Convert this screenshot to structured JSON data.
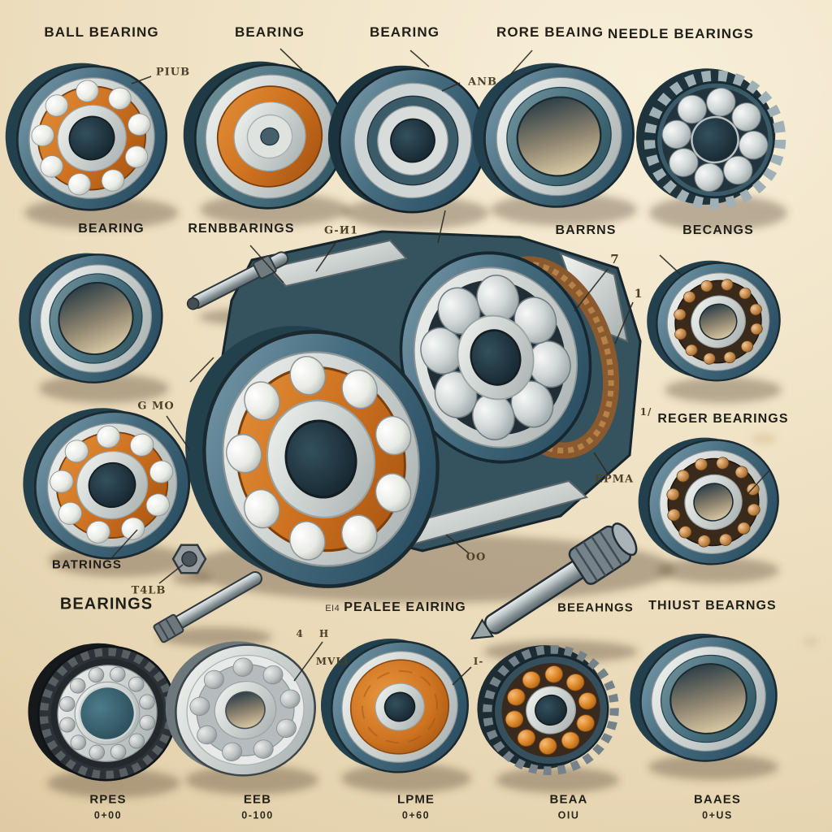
{
  "title": "Bearing types illustration",
  "palette": {
    "paper": "#f0e3c6",
    "steel_blue": "#446b7d",
    "silver": "#ccd2d0",
    "orange": "#cd7120",
    "copper": "#8a5a2e",
    "outline": "#1b2930",
    "label_ink": "#211f19",
    "annotation_ink": "#4c4129"
  },
  "labels": {
    "top_row": [
      "BALL BEARING",
      "BEARING",
      "BEARING",
      "RORE BEAING",
      "NEEDLE BEARINGS"
    ],
    "second_row": [
      "BEARING",
      "RENBBARINGS",
      "BARRNS",
      "BECANGS"
    ],
    "mid_right": "REGER BEARINGS",
    "left_column": {
      "batrings": "BATRINGS",
      "bearings": "BEARINGS"
    },
    "bottom_mid": {
      "peale_prefix": "EI4",
      "peale": "PEALEE EAIRING",
      "beeahngs": "BEEAHNGS",
      "thrust": "THIUST BEARNGS"
    },
    "bottom_row": [
      {
        "name": "RPES",
        "value": "0+00"
      },
      {
        "name": "EEB",
        "value": "0-100"
      },
      {
        "name": "LPME",
        "value": "0+60"
      },
      {
        "name": "BEAA",
        "value": "OIU"
      },
      {
        "name": "BAAES",
        "value": "0+US"
      }
    ],
    "annotations": {
      "piub": "PIUB",
      "anb": "ANB",
      "gi1": "G-И1",
      "seven": "7",
      "one": "1",
      "gmo": "G MO",
      "oneslash": "1/",
      "epma": "EPMA",
      "oo": "OO",
      "t4lb": "T4LB",
      "four": "4",
      "h": "H",
      "mvi3": "MVI3",
      "idash": "I-"
    }
  }
}
